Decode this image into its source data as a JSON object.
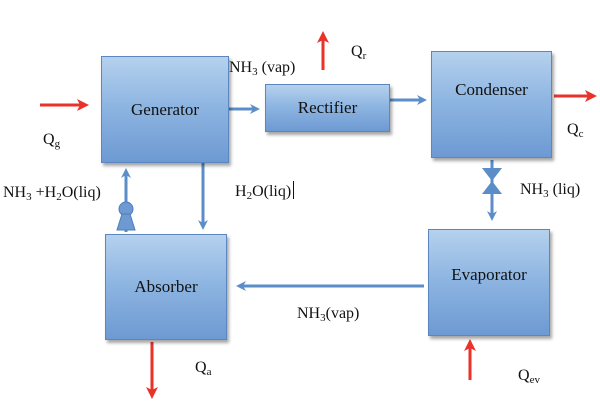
{
  "components": {
    "generator": "Generator",
    "rectifier": "Rectifier",
    "condenser": "Condenser",
    "absorber": "Absorber",
    "evaporator": "Evaporator"
  },
  "labels": {
    "nh3_vap_top": {
      "main": "NH",
      "sub": "3",
      "tail": " (vap)"
    },
    "nh3_liq": {
      "main": "NH",
      "sub": "3",
      "tail": " (liq)"
    },
    "nh3_vap_bottom": {
      "main": "NH",
      "sub": "3",
      "tail": "(vap)"
    },
    "h2o_liq": {
      "main": "H",
      "sub": "2",
      "tail": "O(liq)"
    },
    "nh3_h2o_liq": {
      "main": "NH",
      "sub": "3",
      "mid": " +H",
      "sub2": "2",
      "tail": "O(liq)"
    },
    "q_g": {
      "main": "Q",
      "sub": "g"
    },
    "q_r": {
      "main": "Q",
      "sub": "r"
    },
    "q_c": {
      "main": "Q",
      "sub": "c"
    },
    "q_a": {
      "main": "Q",
      "sub": "a"
    },
    "q_ev": {
      "main": "Q",
      "sub": "ev"
    }
  },
  "colors": {
    "heat_arrow": "#e8322a",
    "flow_arrow": "#5b8ec9"
  }
}
